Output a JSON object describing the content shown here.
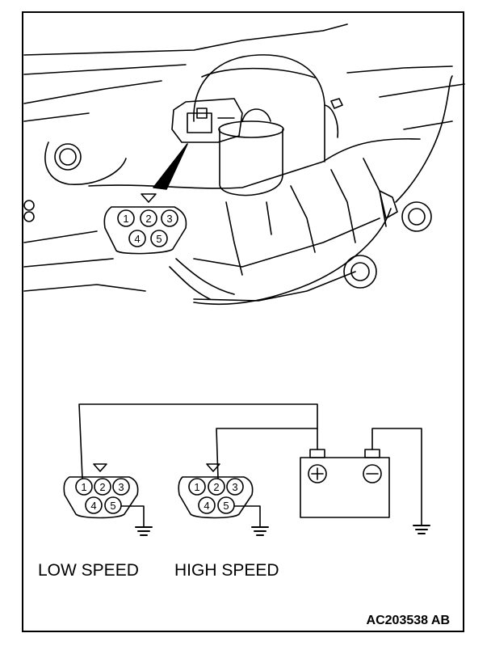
{
  "figure": {
    "reference_code": "AC203538 AB"
  },
  "engine_view": {
    "connector_pins": [
      "1",
      "2",
      "3",
      "4",
      "5"
    ]
  },
  "test_circuits": [
    {
      "label": "LOW SPEED",
      "pins": [
        "1",
        "2",
        "3",
        "4",
        "5"
      ]
    },
    {
      "label": "HIGH SPEED",
      "pins": [
        "1",
        "2",
        "3",
        "4",
        "5"
      ]
    }
  ],
  "battery": {
    "positive_symbol": "+",
    "negative_symbol": "−"
  },
  "ground_icon": "ground-symbol-icon",
  "colors": {
    "line": "#000000",
    "background": "#ffffff"
  }
}
